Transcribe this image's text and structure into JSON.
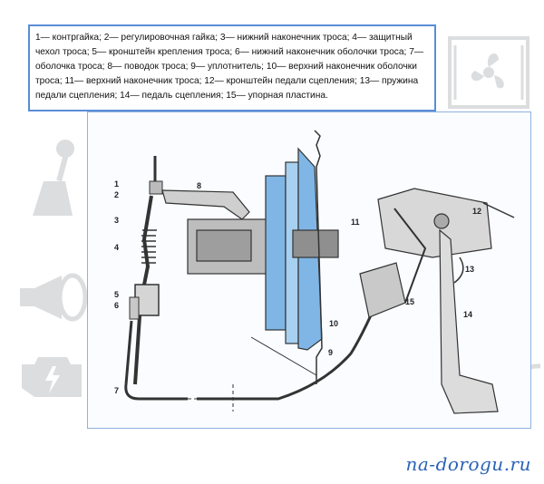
{
  "legend": "1— контргайка; 2— регулировочная гайка; 3— нижний наконечник троса; 4— защитный чехол троса; 5— кронштейн крепления троса; 6— нижний наконечник оболочки троса; 7— оболочка троса; 8— поводок троса; 9— уплотнитель; 10— верхний наконечник оболочки троса; 11— верхний наконечник троса; 12— кронштейн педали сцепления; 13— пружина педали сцепления; 14— педаль сцепления; 15— упорная пластина.",
  "callouts": [
    "1",
    "2",
    "3",
    "4",
    "5",
    "6",
    "7",
    "8",
    "9",
    "10",
    "11",
    "12",
    "13",
    "14",
    "15"
  ],
  "watermark": "na-dorogu.ru",
  "background_icons": [
    "gear-shift-icon",
    "horn-icon",
    "engine-warning-icon",
    "fan-radiator-icon"
  ],
  "colors": {
    "frame_border": "#5a8dd6",
    "watermark": "#2a63b8",
    "clutch_blue": "#7fb6e6"
  }
}
